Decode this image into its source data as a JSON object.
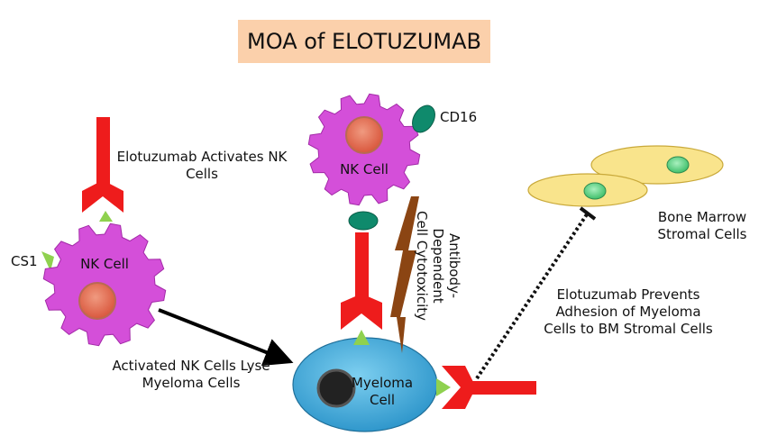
{
  "title": "MOA of ELOTUZUMAB",
  "labels": {
    "cs1": "CS1",
    "nk_cell_left": "NK Cell",
    "nk_cell_top": "NK Cell",
    "cd16": "CD16",
    "myeloma_cell_line1": "Myeloma",
    "myeloma_cell_line2": "Cell",
    "activates_line1": "Elotuzumab Activates NK",
    "activates_line2": "Cells",
    "lyse_line1": "Activated NK Cells Lyse",
    "lyse_line2": "Myeloma Cells",
    "adcc_line1": "Antibody-Dependent",
    "adcc_line2": "Cell Cytotoxicity",
    "stromal_line1": "Bone Marrow",
    "stromal_line2": "Stromal Cells",
    "prevents_line1": "Elotuzumab Prevents",
    "prevents_line2": "Adhesion of Myeloma",
    "prevents_line3": "Cells to BM Stromal Cells"
  },
  "colors": {
    "title_bg": "#fbd0ab",
    "nk_cell": "#d44fd9",
    "nucleus": "#e8735a",
    "antibody": "#ee1c1c",
    "cs1": "#8fd14f",
    "cd16": "#0f8a6c",
    "myeloma": "#3aa9dd",
    "myeloma_nucleus": "#222222",
    "stromal": "#f9e48c",
    "stromal_nucleus": "#6fd88f",
    "lightning": "#8b4513"
  }
}
